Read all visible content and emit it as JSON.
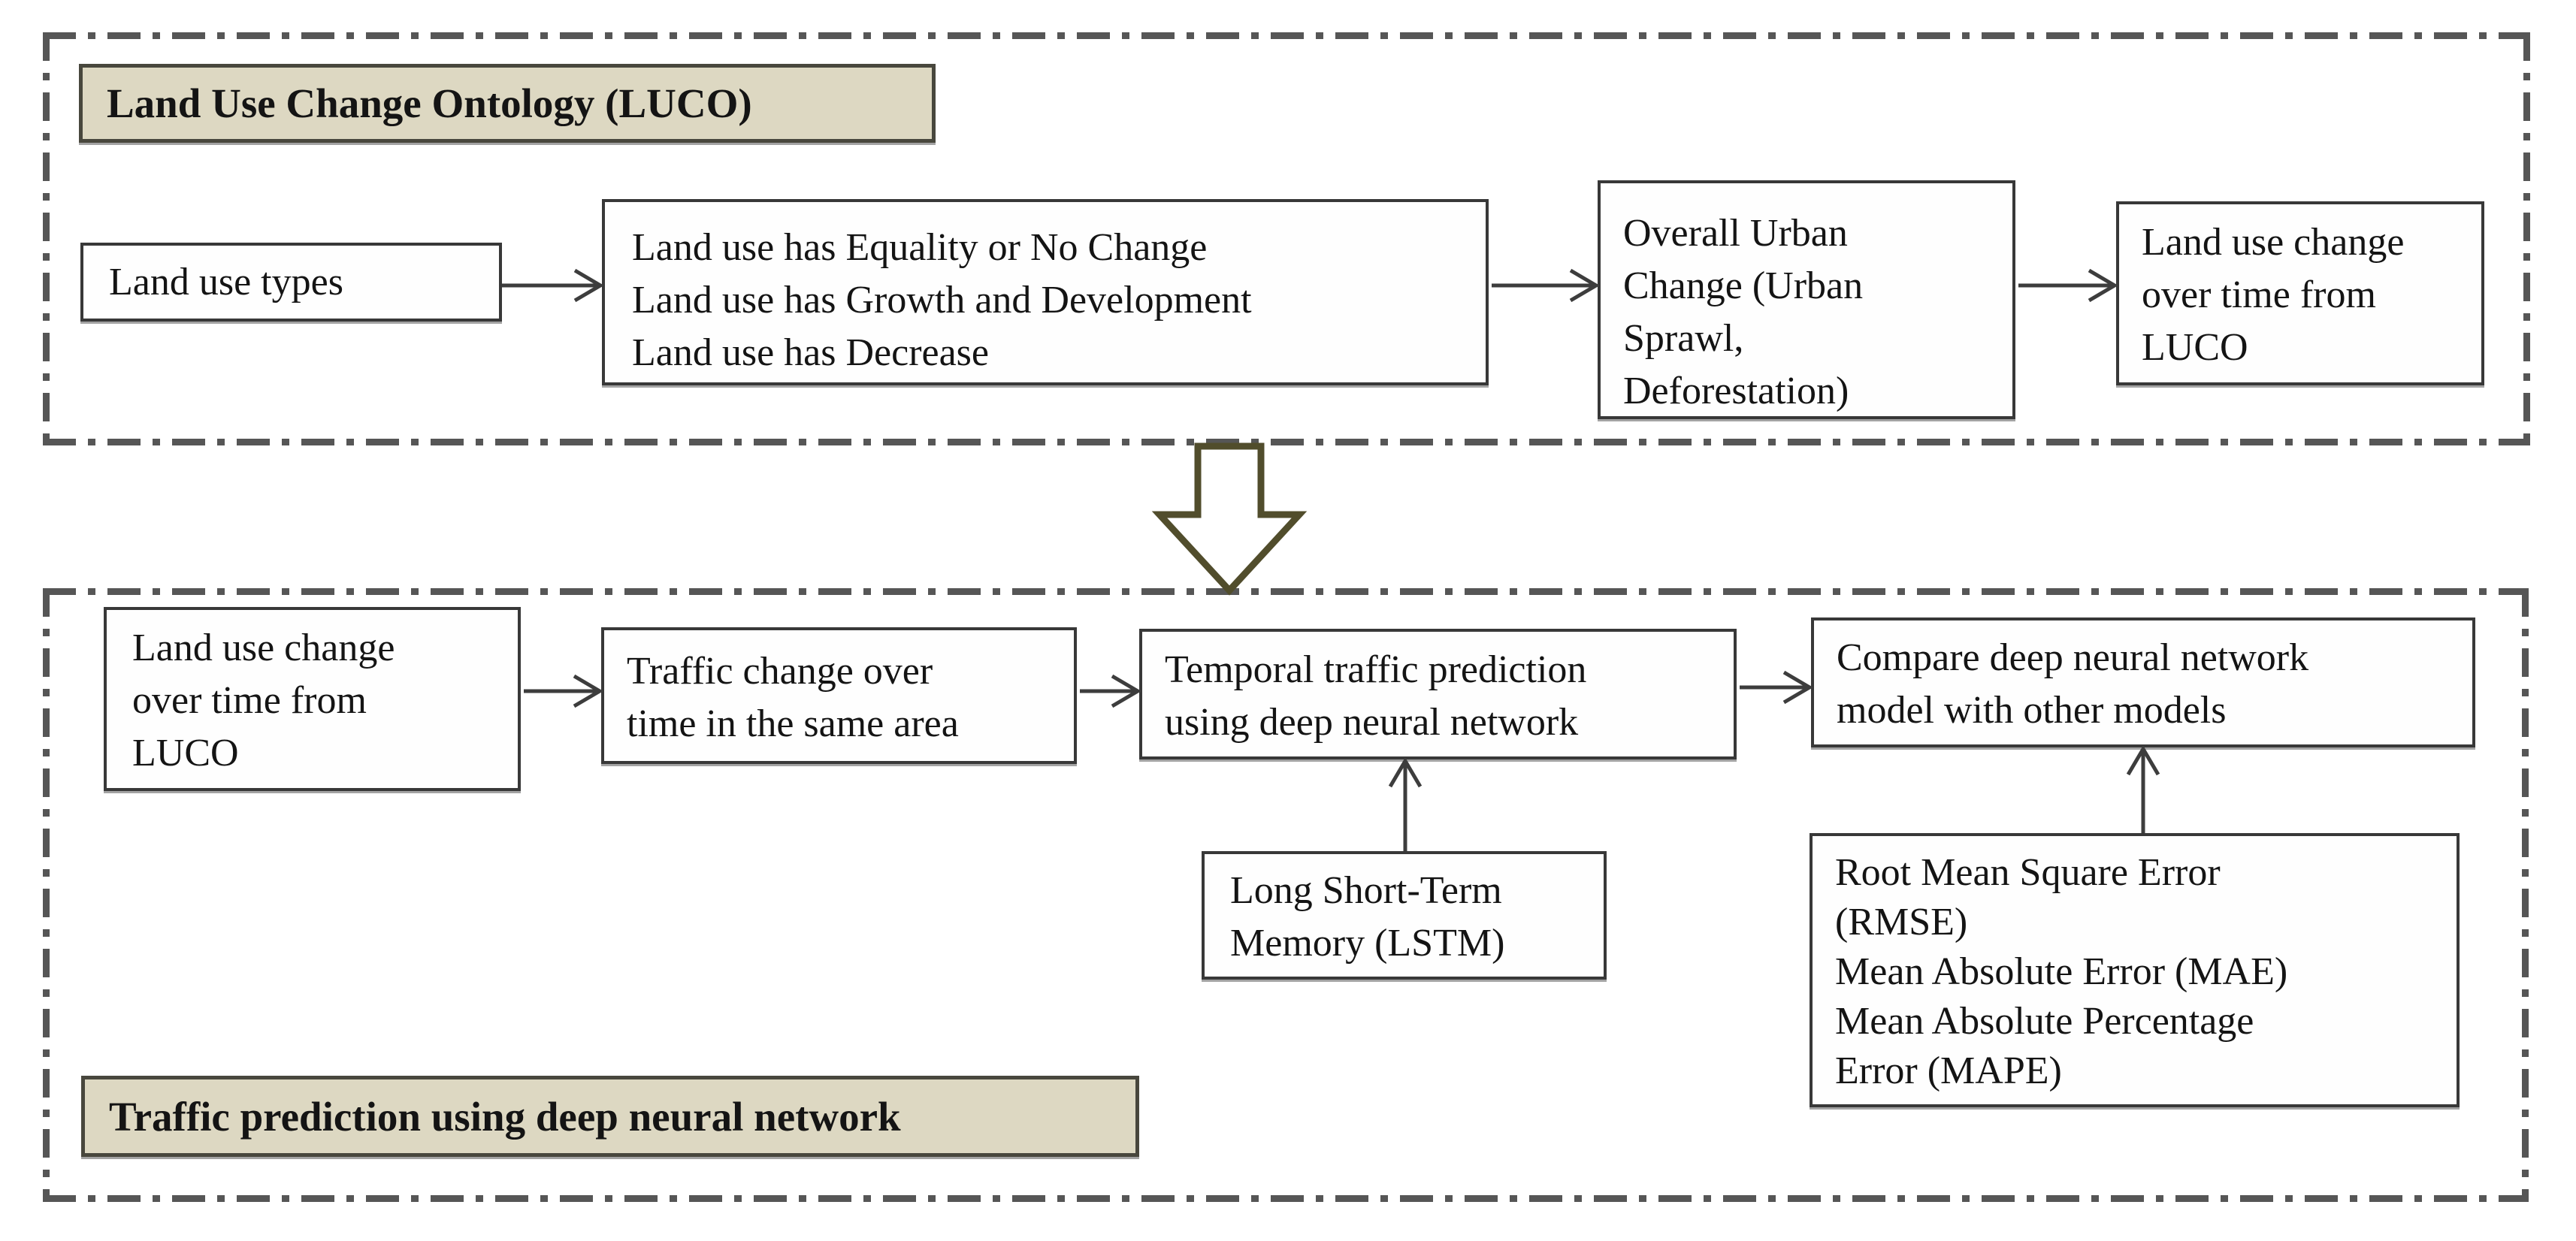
{
  "luco_section": {
    "title": "Land Use Change Ontology (LUCO)",
    "land_use_types": "Land use types",
    "land_use_relations": "Land use has Equality or No Change\nLand use has Growth and Development\nLand use has Decrease",
    "overall_urban_change": "Overall Urban\nChange (Urban\nSprawl,\nDeforestation)",
    "land_use_change_output": "Land use change\nover time from\nLUCO"
  },
  "traffic_section": {
    "title": "Traffic prediction using deep neural network",
    "land_use_change_input": "Land use change\nover time from\nLUCO",
    "traffic_change": "Traffic change over\ntime in the same area",
    "temporal_prediction": "Temporal traffic prediction\nusing deep neural network",
    "compare_models": "Compare deep neural network\nmodel with other models",
    "lstm": "Long Short-Term\nMemory (LSTM)",
    "metrics": "Root Mean Square Error\n(RMSE)\nMean Absolute Error (MAE)\nMean Absolute Percentage\nError (MAPE)"
  },
  "colors": {
    "section_label_bg": "#ddd8c2",
    "box_border": "#383838",
    "dashed_frame": "#565656",
    "block_arrow_outline": "#514d2c",
    "text": "#141414"
  }
}
